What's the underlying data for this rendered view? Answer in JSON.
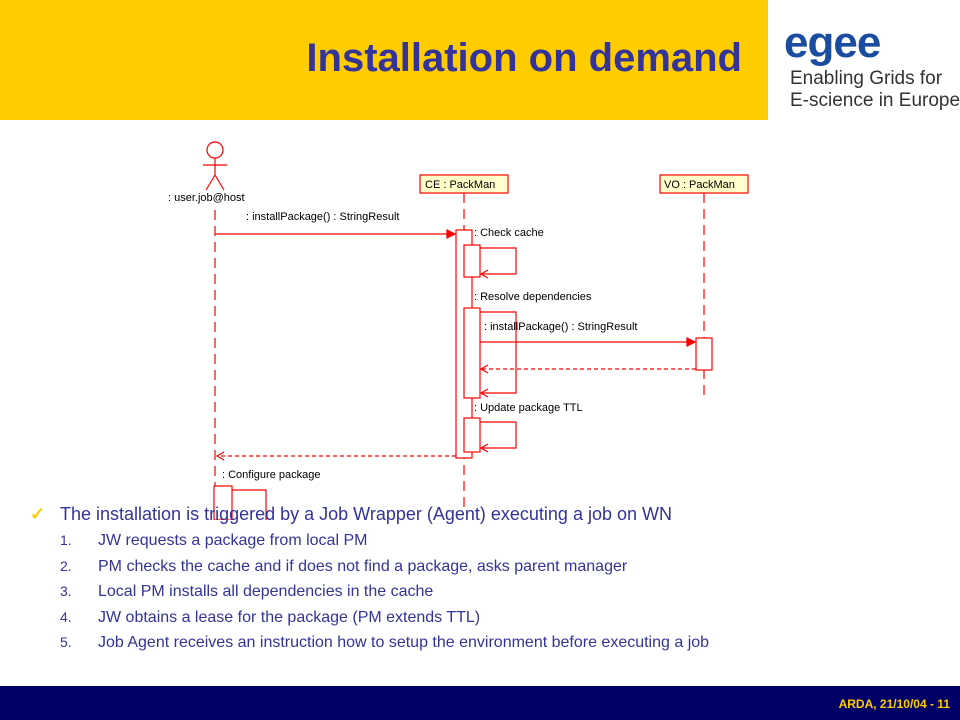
{
  "slide": {
    "title": "Installation on demand"
  },
  "logo": {
    "brand": "egee",
    "tagline_line1": "Enabling Grids for",
    "tagline_line2": "E-science in Europe"
  },
  "diagram": {
    "actor_label": ": user.job@host",
    "lifeline_ce": "CE : PackMan",
    "lifeline_vo": "VO : PackMan",
    "msg_install_1": ": installPackage() : StringResult",
    "msg_check_cache": ": Check cache",
    "msg_resolve": ": Resolve dependencies",
    "msg_install_2": ": installPackage() : StringResult",
    "msg_update_ttl": ": Update package TTL",
    "msg_configure": ": Configure package"
  },
  "bullets": {
    "main": "The installation is triggered by a Job Wrapper (Agent) executing a job on WN",
    "items": [
      {
        "num": "1.",
        "text": "JW requests a package from local PM"
      },
      {
        "num": "2.",
        "text": "PM checks the cache and if does not find a package, asks parent manager"
      },
      {
        "num": "3.",
        "text": "Local PM installs all dependencies in the cache"
      },
      {
        "num": "4.",
        "text": "JW obtains a lease for the package (PM extends TTL)"
      },
      {
        "num": "5.",
        "text": "Job Agent receives an instruction how to setup the environment before executing a job"
      }
    ]
  },
  "footer": {
    "text": "ARDA, 21/10/04  - 11"
  },
  "colors": {
    "title_bar": "#ffcc00",
    "title_text": "#333399",
    "diagram_red": "#ff0000",
    "footer_bg": "#000066",
    "footer_text": "#ffcc00"
  }
}
